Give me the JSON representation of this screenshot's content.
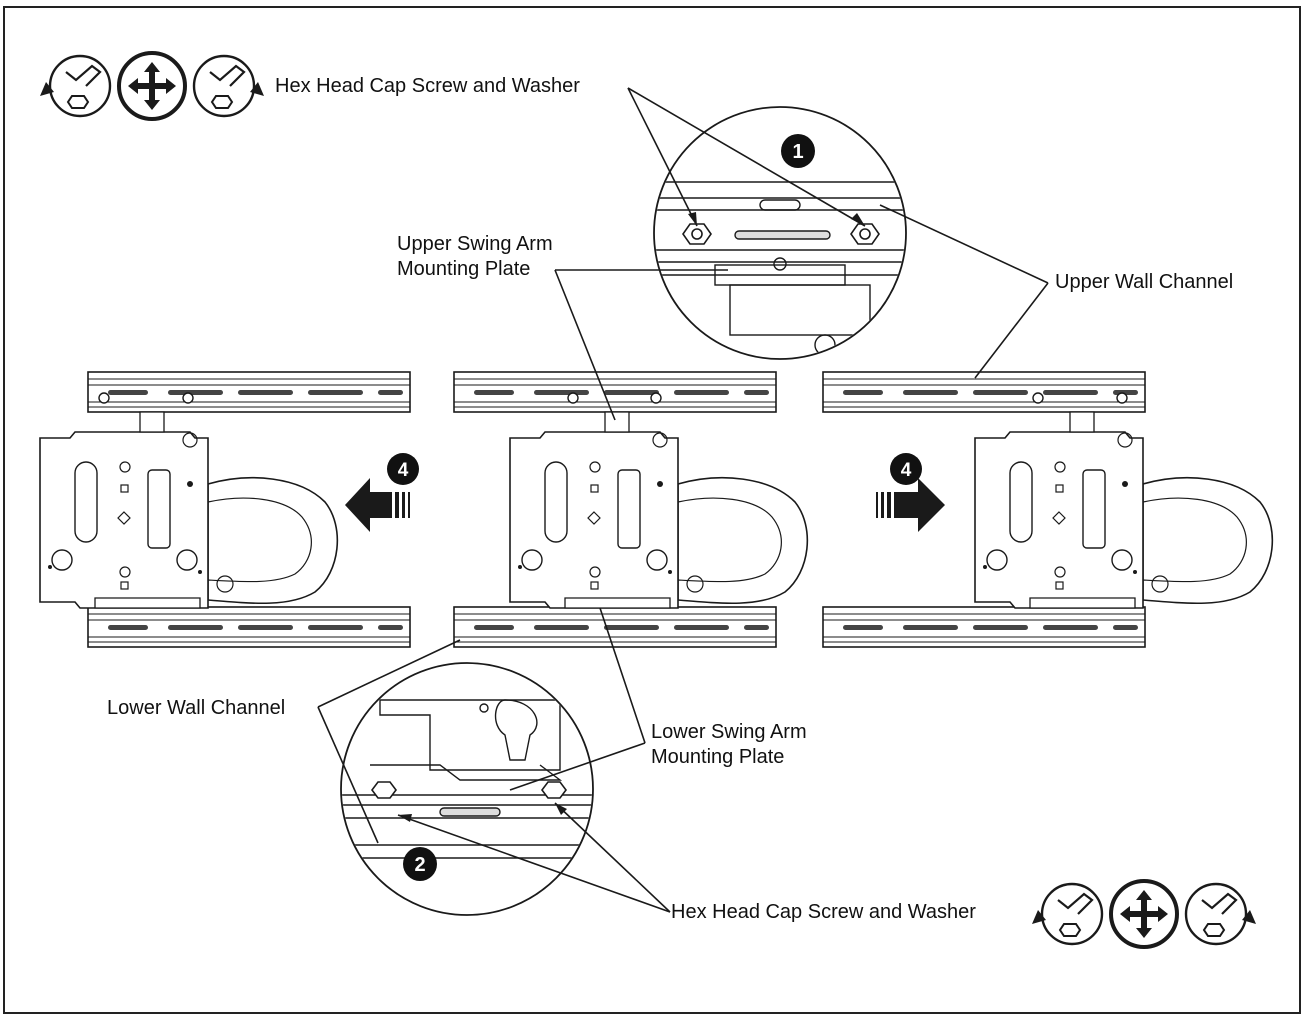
{
  "labels": {
    "hex_head_top": "Hex Head Cap Screw and Washer",
    "upper_swing_arm": [
      "Upper Swing Arm",
      "Mounting Plate"
    ],
    "upper_wall_channel": "Upper Wall Channel",
    "lower_wall_channel": "Lower Wall Channel",
    "lower_swing_arm": [
      "Lower Swing Arm",
      "Mounting Plate"
    ],
    "hex_head_bottom": "Hex Head Cap Screw and Washer"
  },
  "callouts": {
    "step_1": "1",
    "step_2": "2",
    "step_4_left": "4",
    "step_4_right": "4"
  },
  "icons": {
    "top_group": [
      "loosen-wrench-icon",
      "move-arrows-icon",
      "tighten-wrench-icon"
    ],
    "bottom_group": [
      "loosen-wrench-icon",
      "move-arrows-icon",
      "tighten-wrench-icon"
    ]
  },
  "colors": {
    "line": "#1a1a1a",
    "callout_fill": "#111111",
    "background": "#ffffff"
  }
}
